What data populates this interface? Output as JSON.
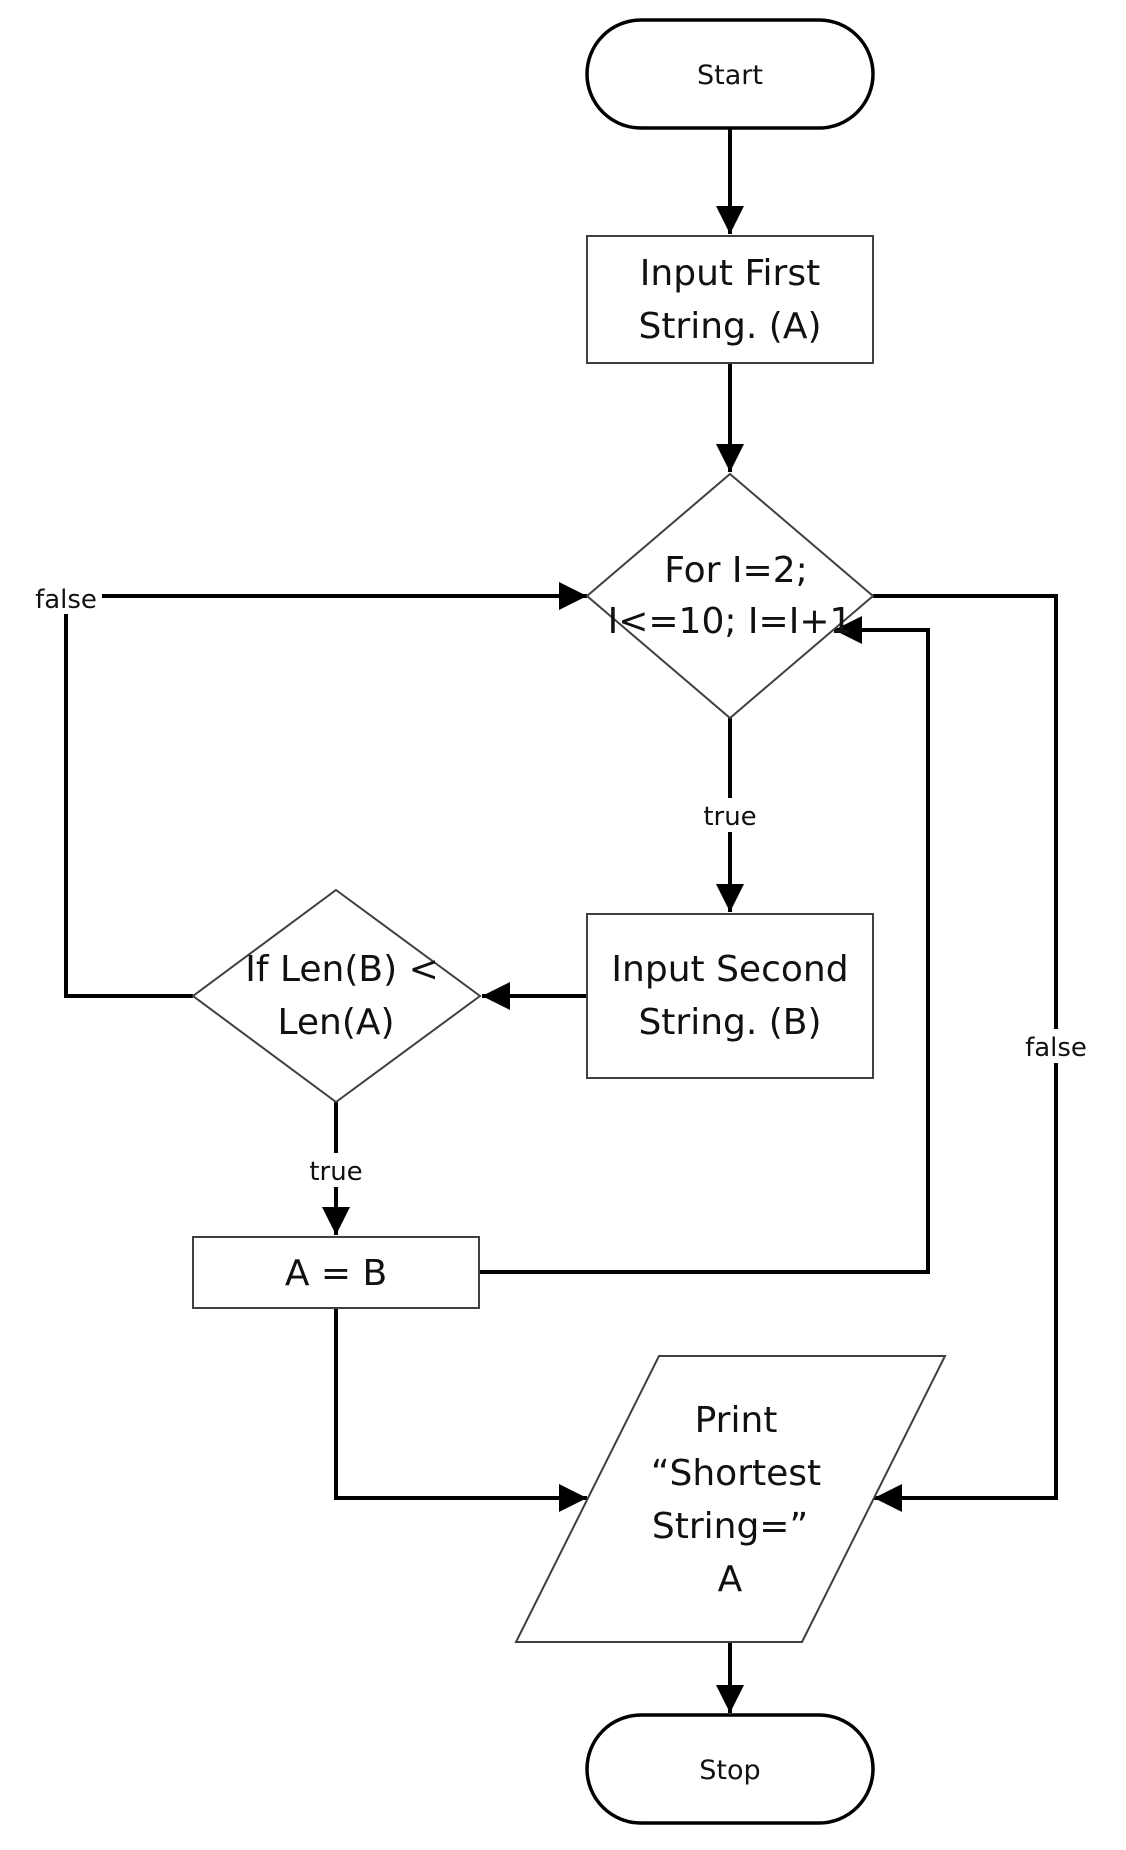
{
  "nodes": {
    "start": "Start",
    "input_first": [
      "Input First",
      "String. (A)"
    ],
    "for_loop": [
      "For I=2;",
      "I<=10; I=I+1"
    ],
    "input_second": [
      "Input Second",
      "String. (B)"
    ],
    "if_len": [
      "If Len(B) <",
      "Len(A)"
    ],
    "assign": "A = B",
    "print": [
      "Print",
      "“Shortest",
      "String=”",
      "A"
    ],
    "stop": "Stop"
  },
  "edges": {
    "for_true": "true",
    "if_true": "true",
    "if_false": "false",
    "for_false": "false"
  }
}
